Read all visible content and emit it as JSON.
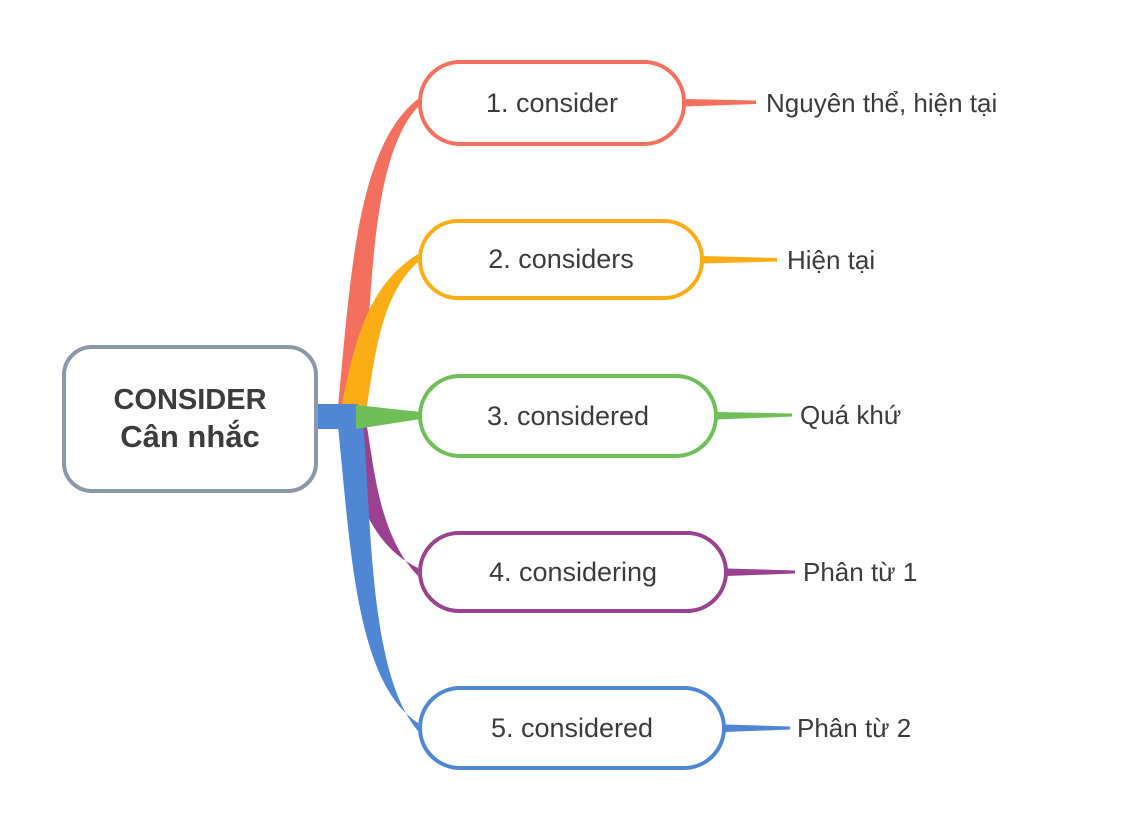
{
  "root": {
    "title": "CONSIDER",
    "subtitle": "Cân nhắc",
    "border_color": "#8C98A9"
  },
  "branches": [
    {
      "label": "1. consider",
      "note": "Nguyên thể, hiện tại",
      "color": "#F4705E"
    },
    {
      "label": "2. considers",
      "note": "Hiện tại",
      "color": "#FAAD14"
    },
    {
      "label": "3. considered",
      "note": "Quá khứ",
      "color": "#6EBF57"
    },
    {
      "label": "4. considering",
      "note": "Phân từ 1",
      "color": "#9A4190"
    },
    {
      "label": "5. considered",
      "note": "Phân từ 2",
      "color": "#4F87D5"
    }
  ],
  "text_color": "#3C3C3C",
  "background": "#FFFFFF"
}
